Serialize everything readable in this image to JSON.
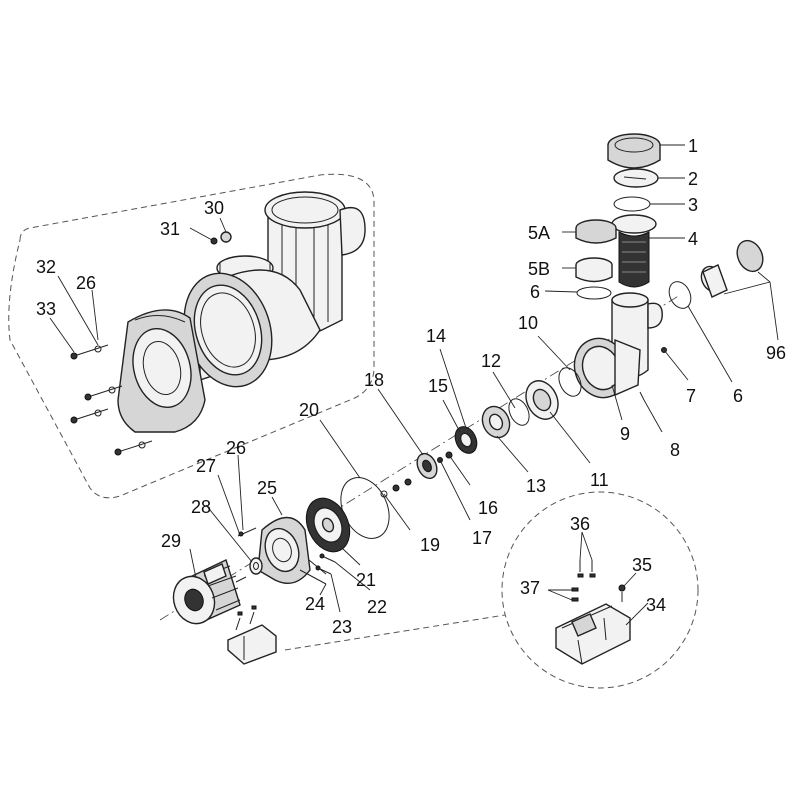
{
  "diagram": {
    "callouts": {
      "c1": "1",
      "c2": "2",
      "c3": "3",
      "c4": "4",
      "c5a": "5A",
      "c5b": "5B",
      "c6a": "6",
      "c6b": "6",
      "c7": "7",
      "c8": "8",
      "c9": "9",
      "c10": "10",
      "c11": "11",
      "c12": "12",
      "c13": "13",
      "c14": "14",
      "c15": "15",
      "c16": "16",
      "c17": "17",
      "c18": "18",
      "c19": "19",
      "c20": "20",
      "c21": "21",
      "c22": "22",
      "c23": "23",
      "c24": "24",
      "c25": "25",
      "c26a": "26",
      "c26b": "26",
      "c27": "27",
      "c28": "28",
      "c29": "29",
      "c30": "30",
      "c31": "31",
      "c32": "32",
      "c33": "33",
      "c34": "34",
      "c35": "35",
      "c36": "36",
      "c37": "37",
      "c96": "96"
    }
  }
}
